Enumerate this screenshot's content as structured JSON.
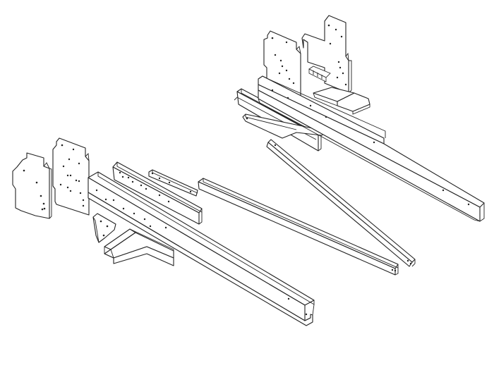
{
  "diagram": {
    "kind": "exploded-isometric-line-drawing",
    "colors": {
      "background": "#ffffff",
      "line": "#222222",
      "fill": "#ffffff"
    },
    "assemblies": [
      {
        "id": "assembly-left",
        "parts": [
          "side-plate-small",
          "side-plate-large",
          "gusset-bracket",
          "long-channel-beam",
          "short-channel",
          "mount-bracket",
          "link-bar",
          "long-angle-rail"
        ]
      },
      {
        "id": "assembly-right",
        "parts": [
          "side-plate-back",
          "side-plate-front",
          "cross-bracket",
          "long-channel-beam",
          "angle-rail",
          "diagonal-brace",
          "flat-strut"
        ]
      }
    ]
  }
}
